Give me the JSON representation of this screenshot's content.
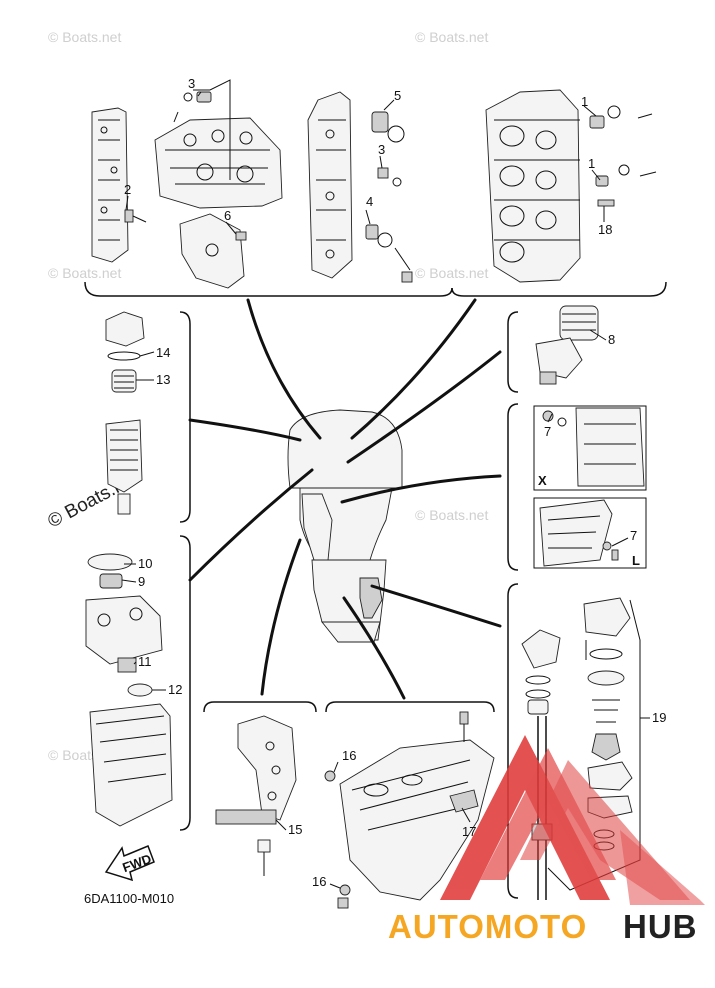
{
  "diagram_code": "6DA1100-M010",
  "callouts": {
    "c1a": "1",
    "c1b": "1",
    "c2": "2",
    "c3a": "3",
    "c3b": "3",
    "c4": "4",
    "c5": "5",
    "c6": "6",
    "c7a": "7",
    "c7b": "7",
    "c8": "8",
    "c9": "9",
    "c10": "10",
    "c11": "11",
    "c12": "12",
    "c13": "13",
    "c14": "14",
    "c15": "15",
    "c16a": "16",
    "c16b": "16",
    "c17": "17",
    "c18": "18",
    "c19": "19"
  },
  "view_labels": {
    "x": "X",
    "l": "L"
  },
  "fwd_label": "FWD",
  "watermark": "© Boats.net",
  "brand": {
    "part1": "AUTOMOTO",
    "part2": "HUB",
    "color_part1": "#f5a623",
    "color_part2": "#222222",
    "logo_color": "#e03a3a"
  }
}
